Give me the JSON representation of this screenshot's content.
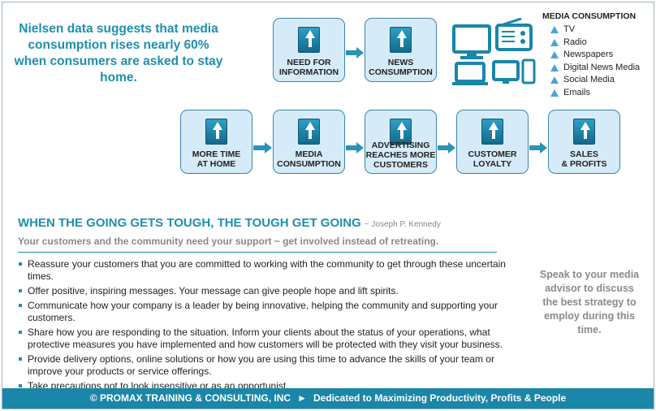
{
  "intro_text": "Nielsen data suggests that media consumption rises nearly 60% when consumers are asked to stay home.",
  "flow_top": [
    {
      "lines": [
        "NEED FOR",
        "INFORMATION"
      ]
    },
    {
      "lines": [
        "NEWS",
        "CONSUMPTION"
      ]
    }
  ],
  "flow_bottom": [
    {
      "lines": [
        "MORE TIME",
        "AT HOME"
      ]
    },
    {
      "lines": [
        "MEDIA",
        "CONSUMPTION"
      ]
    },
    {
      "lines": [
        "ADVERTISING",
        "REACHES MORE",
        "CUSTOMERS"
      ]
    },
    {
      "lines": [
        "CUSTOMER",
        "LOYALTY"
      ]
    },
    {
      "lines": [
        "SALES",
        "& PROFITS"
      ]
    }
  ],
  "media": {
    "title": "MEDIA CONSUMPTION",
    "items": [
      "TV",
      "Radio",
      "Newspapers",
      "Digital News Media",
      "Social Media",
      "Emails"
    ]
  },
  "headline": "WHEN THE GOING GETS TOUGH, THE TOUGH GET GOING",
  "attribution": "~ Joseph P. Kennedy",
  "subhead": "Your customers and the community need your support ~ get involved instead of retreating.",
  "bullets": [
    "Reassure your customers that you are committed to working with the community to get through these uncertain times.",
    "Offer positive, inspiring messages.  Your message can give people hope and lift spirits.",
    "Communicate how your company is a leader by being innovative, helping the community and supporting your customers.",
    "Share how you are responding to the situation.  Inform your clients about the status of your operations, what protective measures you have implemented and how customers will be protected with they visit your business.",
    "Provide delivery options, online solutions or how you are using this time to advance the skills of your team or improve your products or service offerings.",
    "Take precautions not to look insensitive or as an opportunist."
  ],
  "advice": "Speak to your media advisor to discuss the best strategy to employ during this time.",
  "footer": {
    "left": "© PROMAX TRAINING & CONSULTING, INC",
    "right": "Dedicated to Maximizing Productivity, Profits & People"
  },
  "colors": {
    "accent": "#1e8fae",
    "box_fill": "#d6ebf8",
    "footer": "#1a86a8"
  }
}
